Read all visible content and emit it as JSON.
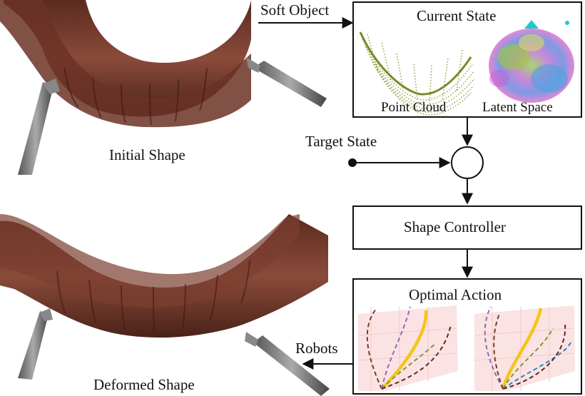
{
  "labels": {
    "soft_object": "Soft Object",
    "current_state": "Current State",
    "point_cloud": "Point Cloud",
    "latent_space": "Latent Space",
    "target_state": "Target State",
    "initial_shape": "Initial Shape",
    "shape_controller": "Shape Controller",
    "optimal_action": "Optimal Action",
    "robots": "Robots",
    "deformed_shape": "Deformed Shape"
  },
  "colors": {
    "tissue_dark": "#4a2219",
    "tissue_mid": "#7a3e30",
    "tissue_light": "#a0614f",
    "point_cloud": "#8a9a3c",
    "trajectory_main": "#f5c518",
    "panel_bg": "#fbe3e3",
    "arrow": "#111111"
  }
}
